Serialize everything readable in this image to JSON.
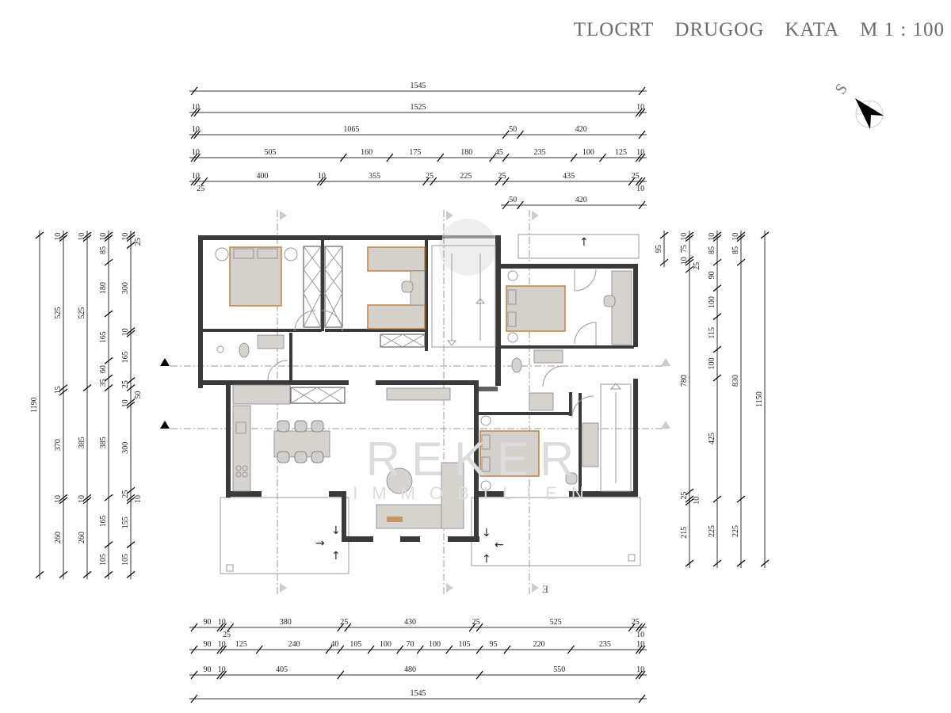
{
  "title": {
    "words": [
      "TLOCRT",
      "DRUGOG",
      "KATA",
      "M 1 : 100"
    ]
  },
  "compass": {
    "label": "S"
  },
  "section_label": "E",
  "watermark": {
    "line1": "REKER",
    "line2": "IMMOBILIEN"
  },
  "dimensions": {
    "unit": "cm",
    "top": [
      [
        1545
      ],
      [
        10,
        1525,
        10
      ],
      [
        10,
        1065,
        50,
        420
      ],
      [
        10,
        505,
        160,
        175,
        180,
        45,
        235,
        100,
        125,
        10
      ],
      [
        10,
        25,
        400,
        10,
        355,
        25,
        225,
        25,
        435,
        25,
        10
      ],
      [
        50,
        420
      ]
    ],
    "bottom": [
      [
        90,
        10,
        25,
        380,
        25,
        430,
        25,
        525,
        25,
        10
      ],
      [
        90,
        10,
        125,
        240,
        40,
        105,
        100,
        70,
        100,
        105,
        95,
        220,
        235,
        10
      ],
      [
        90,
        10,
        405,
        480,
        550,
        10
      ],
      [
        1545
      ]
    ],
    "left": [
      [
        1190
      ],
      [
        10,
        525,
        15,
        370,
        10,
        260
      ],
      [
        10,
        525,
        385,
        10,
        260
      ],
      [
        10,
        85,
        180,
        165,
        60,
        35,
        385,
        165,
        105
      ],
      [
        10,
        25,
        300,
        10,
        165,
        25,
        50,
        10,
        300,
        25,
        10,
        155,
        105
      ]
    ],
    "right": [
      [
        95
      ],
      [
        10,
        75,
        10,
        25,
        780,
        25,
        10,
        215
      ],
      [
        10,
        85,
        90,
        100,
        115,
        100,
        425,
        225
      ],
      [
        10,
        85,
        830,
        225
      ],
      [
        1150
      ]
    ]
  },
  "colors": {
    "furniture_outline": "#c07a35",
    "wall": "#3a3a3a",
    "title": "#6b6b6b"
  }
}
